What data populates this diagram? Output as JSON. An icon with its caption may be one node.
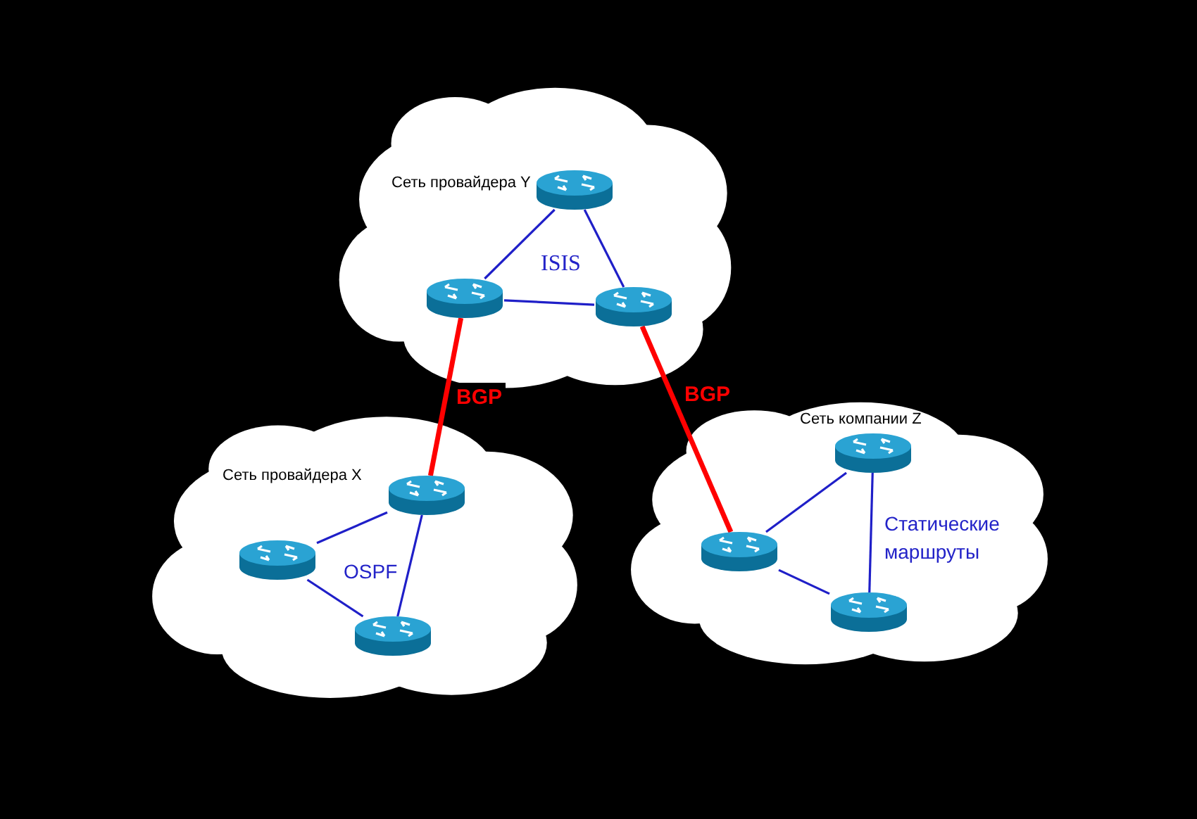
{
  "diagram": {
    "nodes": [
      {
        "text": [
          "Сеть провайдера Y",
          "ISIS"
        ]
      },
      {
        "text": [],
        "shape": "router",
        "in": 0
      },
      {
        "text": [],
        "shape": "router",
        "in": 0
      },
      {
        "text": [],
        "shape": "router",
        "in": 0
      },
      {
        "text": [
          "Сеть провайдера X",
          "OSPF"
        ]
      },
      {
        "text": [],
        "shape": "router",
        "in": 4
      },
      {
        "text": [],
        "shape": "router",
        "in": 4
      },
      {
        "text": [],
        "shape": "router",
        "in": 4
      },
      {
        "text": [
          "Сеть компании Z",
          "Статические маршруты"
        ]
      },
      {
        "text": [],
        "shape": "router",
        "in": 8
      },
      {
        "text": [],
        "shape": "router",
        "in": 8
      },
      {
        "text": [],
        "shape": "router",
        "in": 8
      }
    ],
    "edges": [
      {
        "from": 1,
        "to": 2,
        "arrow": "none"
      },
      {
        "from": 1,
        "to": 3,
        "arrow": "none"
      },
      {
        "from": 2,
        "to": 3,
        "arrow": "none"
      },
      {
        "from": 5,
        "to": 6,
        "arrow": "none"
      },
      {
        "from": 6,
        "to": 7,
        "arrow": "none"
      },
      {
        "from": 5,
        "to": 7,
        "arrow": "none"
      },
      {
        "from": 9,
        "to": 10,
        "arrow": "none"
      },
      {
        "from": 10,
        "to": 11,
        "arrow": "none"
      },
      {
        "from": 9,
        "to": 11,
        "arrow": "none"
      },
      {
        "from": 2,
        "to": 5,
        "arrow": "none",
        "label": "BGP",
        "style": "thick",
        "color": "#ff0000"
      },
      {
        "from": 3,
        "to": 10,
        "arrow": "none",
        "label": "BGP",
        "style": "thick",
        "color": "#ff0000"
      }
    ]
  }
}
